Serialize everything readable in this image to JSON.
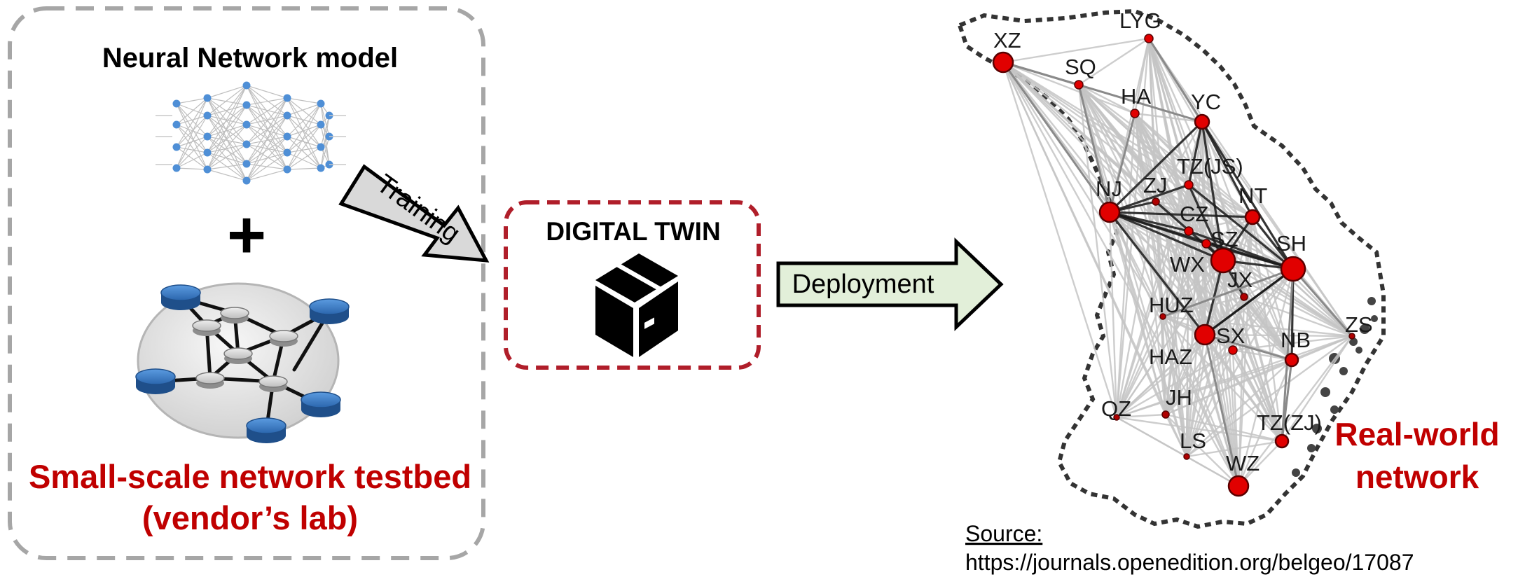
{
  "left_panel": {
    "nn_title": "Neural Network model",
    "plus_symbol": "+",
    "testbed_line1": "Small-scale network testbed",
    "testbed_line2": "(vendor’s lab)"
  },
  "training_arrow": {
    "label": "Training"
  },
  "digital_twin": {
    "title": "DIGITAL TWIN",
    "icon": "box-icon"
  },
  "deployment_arrow": {
    "label": "Deployment"
  },
  "map": {
    "real_world_line1": "Real-world",
    "real_world_line2": "network",
    "source_label": "Source:",
    "source_url": "https://journals.openedition.org/belgeo/17087",
    "cities": {
      "xz": "XZ",
      "lyg": "LYG",
      "sq": "SQ",
      "ha": "HA",
      "yc": "YC",
      "tzjs": "TZ(JS)",
      "nj": "NJ",
      "zj": "ZJ",
      "cz": "CZ",
      "nt": "NT",
      "sz": "SZ",
      "sh": "SH",
      "wx": "WX",
      "jx": "JX",
      "huz": "HUZ",
      "sx": "SX",
      "zs": "ZS",
      "nb": "NB",
      "haz": "HAZ",
      "jh": "JH",
      "qz": "QZ",
      "ls": "LS",
      "tzzj": "TZ(ZJ)",
      "wz": "WZ"
    }
  },
  "colors": {
    "accent_red": "#c00000",
    "node_red": "#e10000",
    "twin_border": "#b01e2a",
    "arrow_fill": "#d9d9d9",
    "deploy_fill": "#e2efd9",
    "dashed_gray": "#a6a6a6",
    "nn_node": "#4f8fd6",
    "router_blue": "#2e6db3"
  }
}
